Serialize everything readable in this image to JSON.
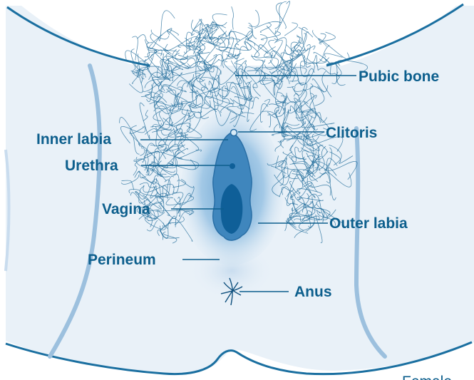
{
  "diagram": {
    "caption": "Female",
    "labels": {
      "pubic_bone": "Pubic bone",
      "clitoris": "Clitoris",
      "inner_labia": "Inner labia",
      "urethra": "Urethra",
      "vagina": "Vagina",
      "outer_labia": "Outer labia",
      "perineum": "Perineum",
      "anus": "Anus"
    }
  },
  "colors": {
    "skin": "#e9f1f8",
    "outline": "#1a6fa0",
    "label": "#0d5f8d",
    "hair": "#1f6b99",
    "vulva_glow": "#7fb2d9",
    "labia": "#3f86bd",
    "vagina": "#0f5f98"
  }
}
